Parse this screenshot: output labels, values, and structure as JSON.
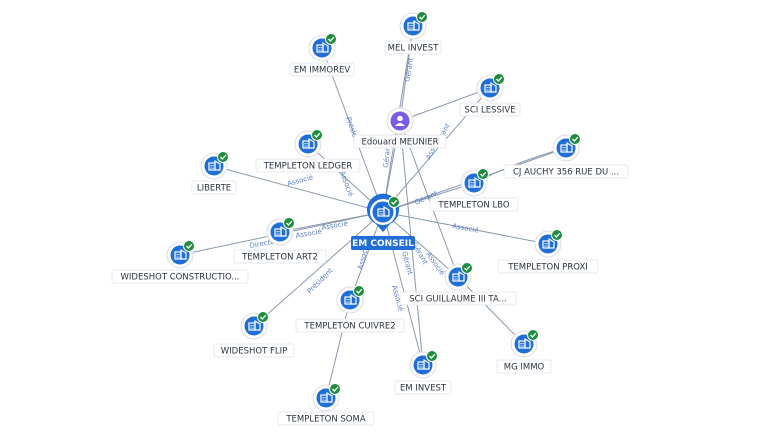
{
  "center": {
    "label": "EM CONSEIL"
  },
  "person": {
    "label": "Edouard MEUNIER"
  },
  "companies": [
    {
      "label": "MEL INVEST"
    },
    {
      "label": "EM IMMOREV"
    },
    {
      "label": "SCI LESSIVE"
    },
    {
      "label": "TEMPLETON LEDGER"
    },
    {
      "label": "CJ AUCHY 356 RUE DU ..."
    },
    {
      "label": "LIBERTE"
    },
    {
      "label": "TEMPLETON LBO"
    },
    {
      "label": "TEMPLETON ART2"
    },
    {
      "label": "TEMPLETON PROXI"
    },
    {
      "label": "WIDESHOT CONSTRUCTIO..."
    },
    {
      "label": "SCI GUILLAUME III TA..."
    },
    {
      "label": "TEMPLETON CUIVRE2"
    },
    {
      "label": "WIDESHOT FLIP"
    },
    {
      "label": "MG IMMO"
    },
    {
      "label": "EM INVEST"
    },
    {
      "label": "TEMPLETON SOMA"
    }
  ],
  "edge_labels": [
    "Gérant",
    "Président",
    "Associé",
    "Gérant",
    "Associé",
    "Gérant",
    "Associé",
    "Gérant",
    "Associé",
    "Associé",
    "Directeur",
    "Associé",
    "Gérant",
    "Président",
    "Associé",
    "Associé",
    "Gérant",
    "Associé"
  ],
  "colors": {
    "accent": "#1f6fd6",
    "check": "#1e8e3e",
    "person": "#7b5ce6",
    "edge": "#8a9aad"
  }
}
